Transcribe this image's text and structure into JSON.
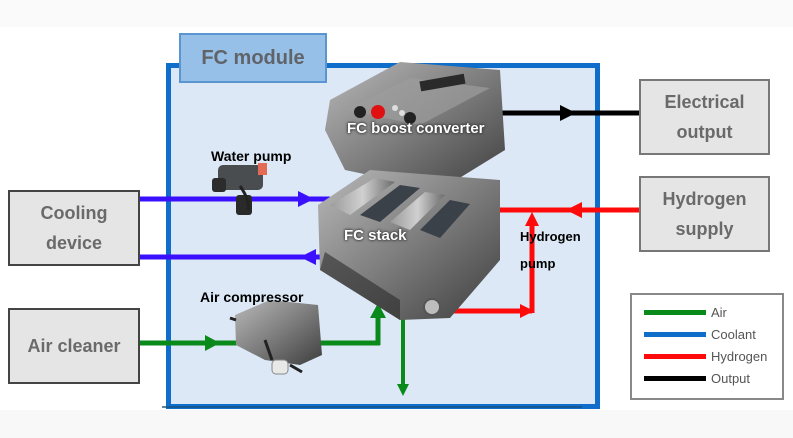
{
  "module": {
    "title": "FC module",
    "frame_color": "#0f6ec9",
    "fill_color": "#dce8f6"
  },
  "external_boxes": {
    "cooling": [
      "Cooling",
      "device"
    ],
    "air": [
      "Air cleaner"
    ],
    "electrical": [
      "Electrical",
      "output"
    ],
    "hydrogen": [
      "Hydrogen",
      "supply"
    ]
  },
  "components": {
    "water_pump": "Water pump",
    "air_compressor": "Air compressor",
    "boost_converter": "FC boost converter",
    "fc_stack": "FC stack",
    "hydrogen_pump_line1": "Hydrogen",
    "hydrogen_pump_line2": "pump"
  },
  "legend": {
    "items": [
      {
        "label": "Air",
        "color": "#0a8a1a"
      },
      {
        "label": "Coolant",
        "color": "#0f6ec9"
      },
      {
        "label": "Hydrogen",
        "color": "#ff0a0a"
      },
      {
        "label": "Output",
        "color": "#000000"
      }
    ]
  },
  "flow_colors": {
    "air": "#0a8a1a",
    "coolant": "#3a10ff",
    "hydrogen": "#ff0a0a",
    "output": "#000000"
  }
}
